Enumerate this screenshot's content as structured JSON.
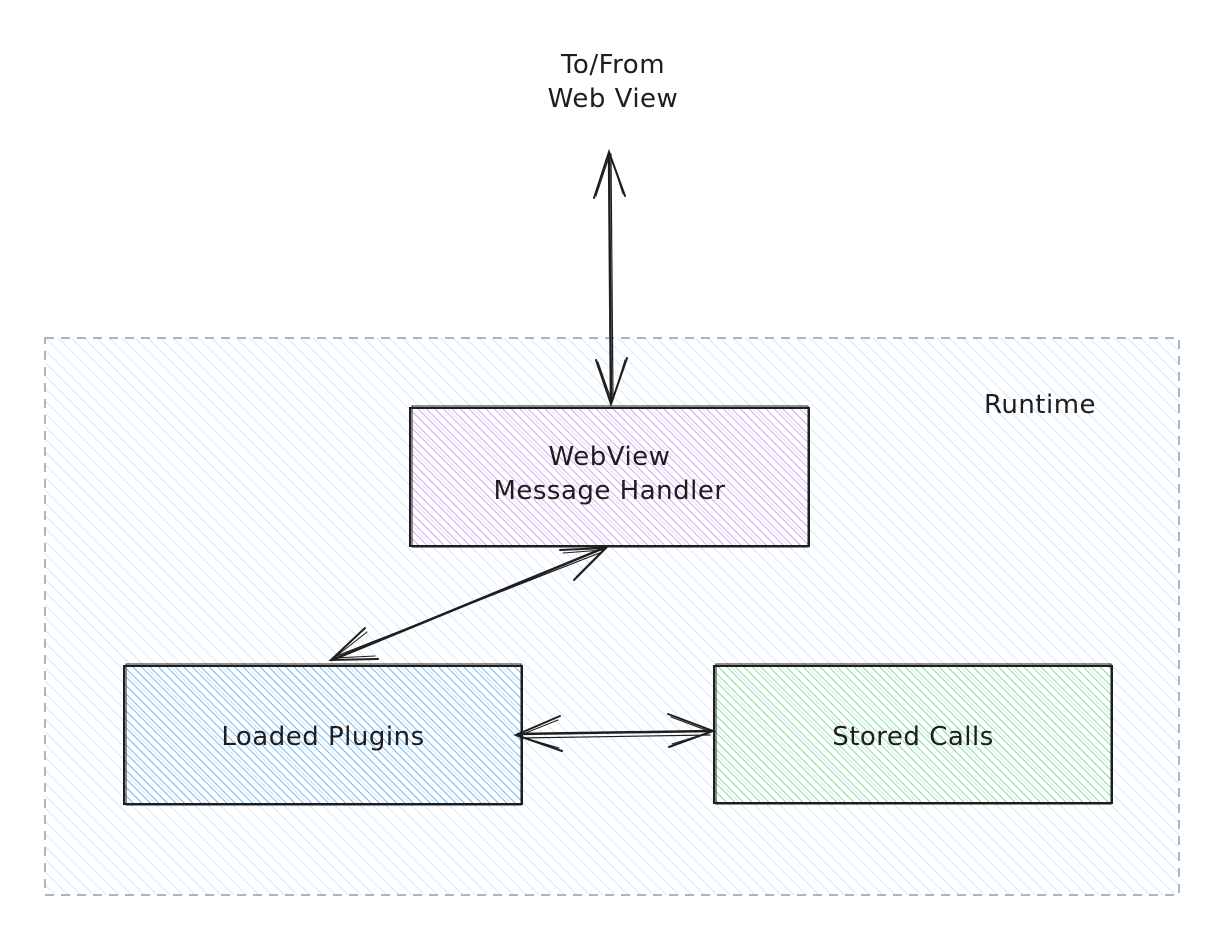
{
  "external": {
    "line1": "To/From",
    "line2": "Web View"
  },
  "runtime": {
    "label": "Runtime",
    "fill": "#a5d8ff",
    "stroke": "#adb5bd"
  },
  "nodes": {
    "message_handler": {
      "line1": "WebView",
      "line2": "Message Handler",
      "fill": "#d68cf0"
    },
    "loaded_plugins": {
      "label": "Loaded Plugins",
      "fill": "#4dabf7"
    },
    "stored_calls": {
      "label": "Stored Calls",
      "fill": "#69db7c"
    }
  },
  "ink": "#1e1e1e"
}
